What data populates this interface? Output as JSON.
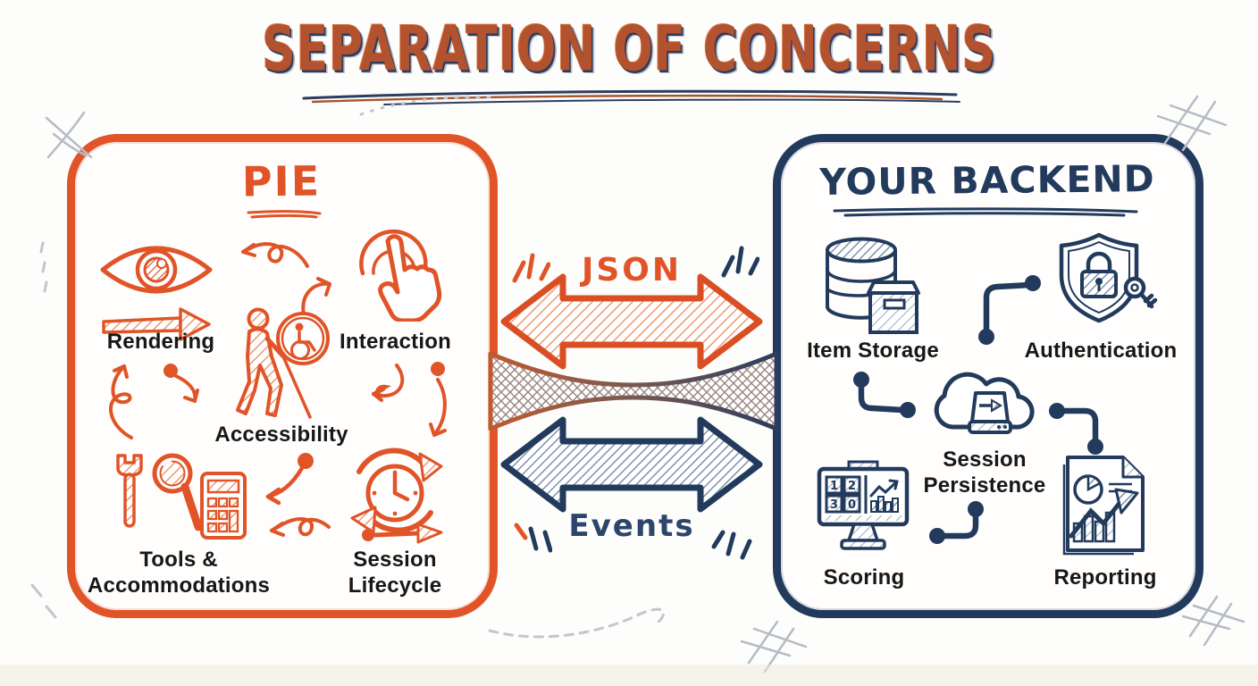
{
  "title": {
    "text": "SEPARATION OF CONCERNS"
  },
  "left_panel": {
    "title": "PIE",
    "accent_color": "#e05428",
    "items": [
      {
        "id": "rendering",
        "label": "Rendering",
        "icon": "eye-arrow-icon"
      },
      {
        "id": "interaction",
        "label": "Interaction",
        "icon": "touch-hand-icon"
      },
      {
        "id": "accessibility",
        "label": "Accessibility",
        "icon": "person-cane-wheelchair-icon"
      },
      {
        "id": "tools-accommodations",
        "label": "Tools &\nAccommodations",
        "icon": "wrench-magnifier-calculator-icon"
      },
      {
        "id": "session-lifecycle",
        "label": "Session\nLifecycle",
        "icon": "clock-refresh-icon"
      }
    ]
  },
  "right_panel": {
    "title": "YOUR BACKEND",
    "accent_color": "#223a5c",
    "items": [
      {
        "id": "item-storage",
        "label": "Item Storage",
        "icon": "database-box-icon"
      },
      {
        "id": "authentication",
        "label": "Authentication",
        "icon": "shield-lock-key-icon"
      },
      {
        "id": "session-persistence",
        "label": "Session\nPersistence",
        "icon": "cloud-storage-icon"
      },
      {
        "id": "scoring",
        "label": "Scoring",
        "icon": "monitor-scores-icon"
      },
      {
        "id": "reporting",
        "label": "Reporting",
        "icon": "report-document-icon"
      }
    ],
    "scoring_icon_digits": [
      "1",
      "2",
      "3",
      "0"
    ]
  },
  "connectors": {
    "json_arrow": {
      "label": "JSON",
      "direction": "bidirectional",
      "color": "#e05428"
    },
    "events_arrow": {
      "label": "Events",
      "direction": "bidirectional",
      "color": "#223a5c"
    }
  }
}
